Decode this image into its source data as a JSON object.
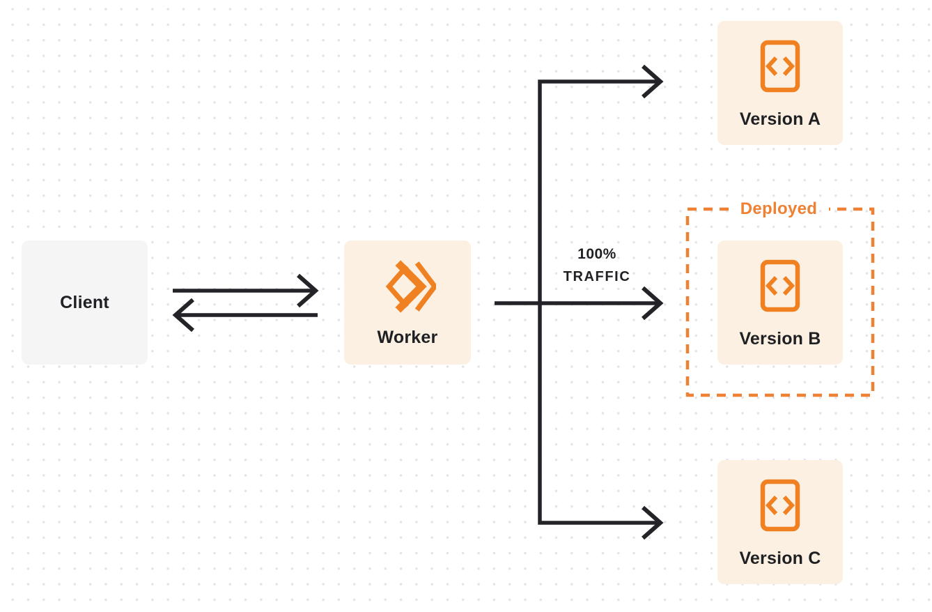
{
  "colors": {
    "accent_orange": "#ee8133",
    "icon_orange": "#f08123",
    "node_cream": "#fbf0e1",
    "node_gray": "#f5f5f6",
    "arrow_ink": "#242428",
    "dot_grid": "#e4e4e7"
  },
  "nodes": {
    "client": {
      "label": "Client"
    },
    "worker": {
      "label": "Worker",
      "icon": "worker-chevrons-icon"
    },
    "versions": [
      {
        "label": "Version A",
        "icon": "code-file-icon"
      },
      {
        "label": "Version B",
        "icon": "code-file-icon",
        "badge": "Deployed"
      },
      {
        "label": "Version C",
        "icon": "code-file-icon"
      }
    ]
  },
  "annotations": {
    "deployed": "Deployed",
    "traffic": {
      "line1": "100%",
      "line2": "TRAFFIC"
    }
  }
}
